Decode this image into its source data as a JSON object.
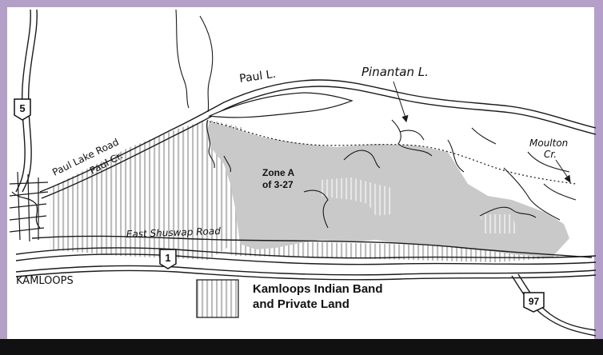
{
  "map": {
    "colors": {
      "frame_border": "#b49fc8",
      "bottom_band": "#111111",
      "zone_fill": "#c9c9c9",
      "hatch": "#bdbdbd",
      "line": "#1a1a1a",
      "background": "#ffffff"
    },
    "labels": {
      "paul_lake": "Paul L.",
      "pinantan_lake": "Pinantan L.",
      "moulton_cr_1": "Moulton",
      "moulton_cr_2": "Cr.",
      "paul_lake_road": "Paul Lake Road",
      "paul_creek": "Paul Cr.",
      "zone_a_1": "Zone A",
      "zone_a_2": "of 3-27",
      "east_shuswap_road": "East Shuswap Road",
      "kamloops": "KAMLOOPS"
    },
    "highway_shields": [
      {
        "number": "5"
      },
      {
        "number": "1"
      },
      {
        "number": "97"
      }
    ],
    "legend": {
      "line1": "Kamloops Indian Band",
      "line2": "and Private Land"
    }
  }
}
